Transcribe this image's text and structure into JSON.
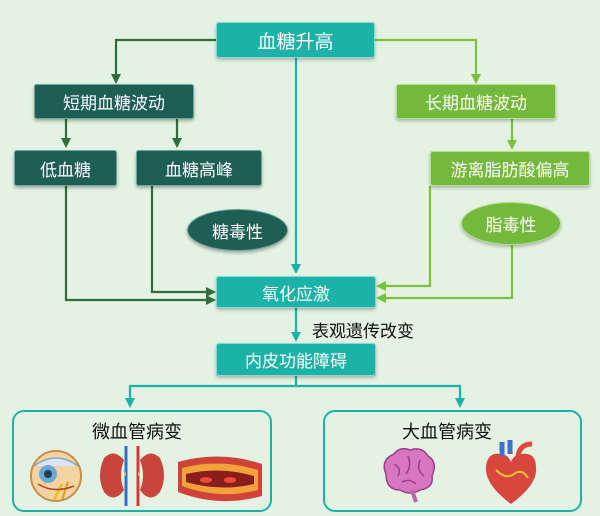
{
  "nodes": {
    "hyperglycemia": "血糖升高",
    "short_term": "短期血糖波动",
    "long_term": "长期血糖波动",
    "hypoglycemia": "低血糖",
    "glucose_peak": "血糖高峰",
    "ffa_high": "游离脂肪酸偏高",
    "glucotoxicity": "糖毒性",
    "lipotoxicity": "脂毒性",
    "oxidative_stress": "氧化应激",
    "epigenetic": "表观遗传改变",
    "endothelial": "内皮功能障碍",
    "micro": "微血管病变",
    "macro": "大血管病变"
  },
  "colors": {
    "background": "#e3f2e3",
    "teal": "#1bb3a8",
    "dark_green": "#1d5e55",
    "light_green": "#72b93c",
    "arrow_dark": "#2f6e3a",
    "arrow_green": "#7cc040"
  },
  "icons": {
    "micro": [
      "eye-icon",
      "kidneys-icon",
      "artery-plaque-icon"
    ],
    "macro": [
      "brain-icon",
      "heart-icon"
    ]
  }
}
